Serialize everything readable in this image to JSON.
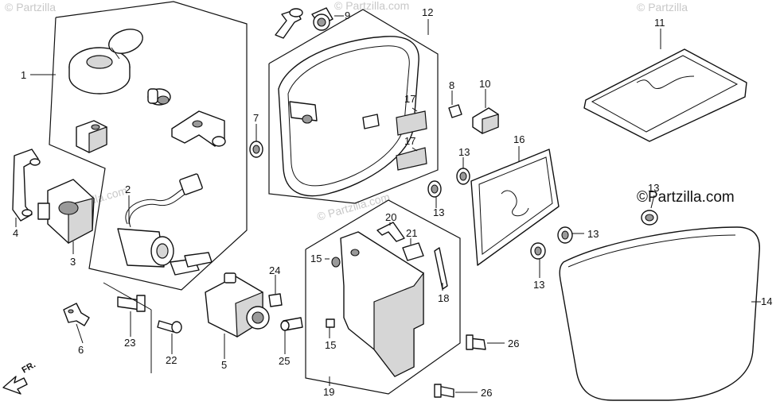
{
  "watermark": {
    "text": "© Partzilla.com",
    "corner_text": "© Partzilla"
  },
  "brand": {
    "text": "©Partzilla.com"
  },
  "direction": {
    "text": "FR."
  },
  "callouts": {
    "c1": "1",
    "c2": "2",
    "c3": "3",
    "c4": "4",
    "c5": "5",
    "c6": "6",
    "c7": "7",
    "c8": "8",
    "c9": "9",
    "c10": "10",
    "c11": "11",
    "c12": "12",
    "c13a": "13",
    "c13b": "13",
    "c13c": "13",
    "c13d": "13",
    "c13e": "13",
    "c14": "14",
    "c15a": "15",
    "c15b": "15",
    "c16": "16",
    "c17a": "17",
    "c17b": "17",
    "c18": "18",
    "c19": "19",
    "c20": "20",
    "c21": "21",
    "c22": "22",
    "c23": "23",
    "c24": "24",
    "c25": "25",
    "c26a": "26",
    "c26b": "26"
  }
}
